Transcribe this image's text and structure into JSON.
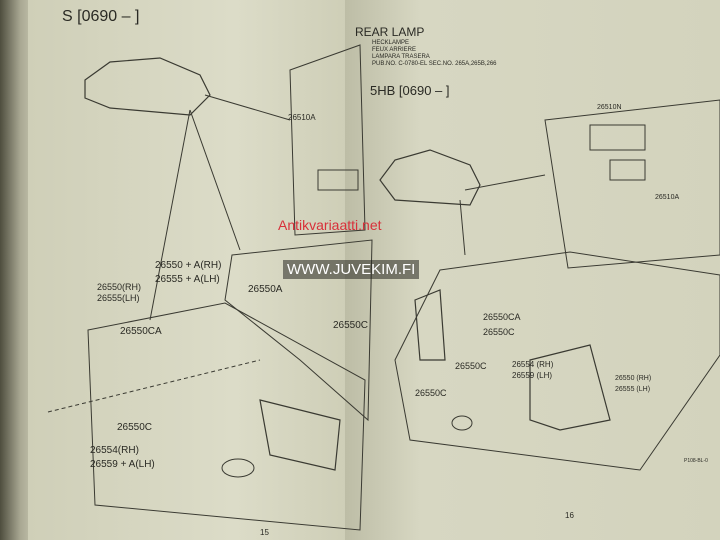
{
  "left_page": {
    "header": "S [0690 –          ]",
    "page_number": "15",
    "labels": {
      "a": "26510A",
      "b1": "26550 + A(RH)",
      "b2": "26555 + A(LH)",
      "c1": "26550(RH)",
      "c2": "26555(LH)",
      "d": "26550A",
      "e": "26550CA",
      "f": "26550C",
      "g": "26550C",
      "h1": "26554(RH)",
      "h2": "26559 + A(LH)"
    }
  },
  "right_page": {
    "title": "REAR LAMP",
    "subtitles": [
      "HECKLAMPE",
      "FEUX ARRIERE",
      "LAMPARA TRASERA",
      "PUB.NO. C-0780-EL SEC.NO. 265A,265B,266"
    ],
    "header": "5HB [0690 –          ]",
    "page_number": "16",
    "code": "P108-BL-0",
    "labels": {
      "a": "26510N",
      "b": "26510A",
      "c": "26550CA",
      "d": "26550C",
      "e": "26550C",
      "f": "26550C",
      "g1": "26554 (RH)",
      "g2": "26559 (LH)",
      "h1": "26550 (RH)",
      "h2": "26555 (LH)"
    }
  },
  "watermarks": {
    "red": "Antikvariaatti.net",
    "site": "WWW.JUVEKIM.FI"
  }
}
